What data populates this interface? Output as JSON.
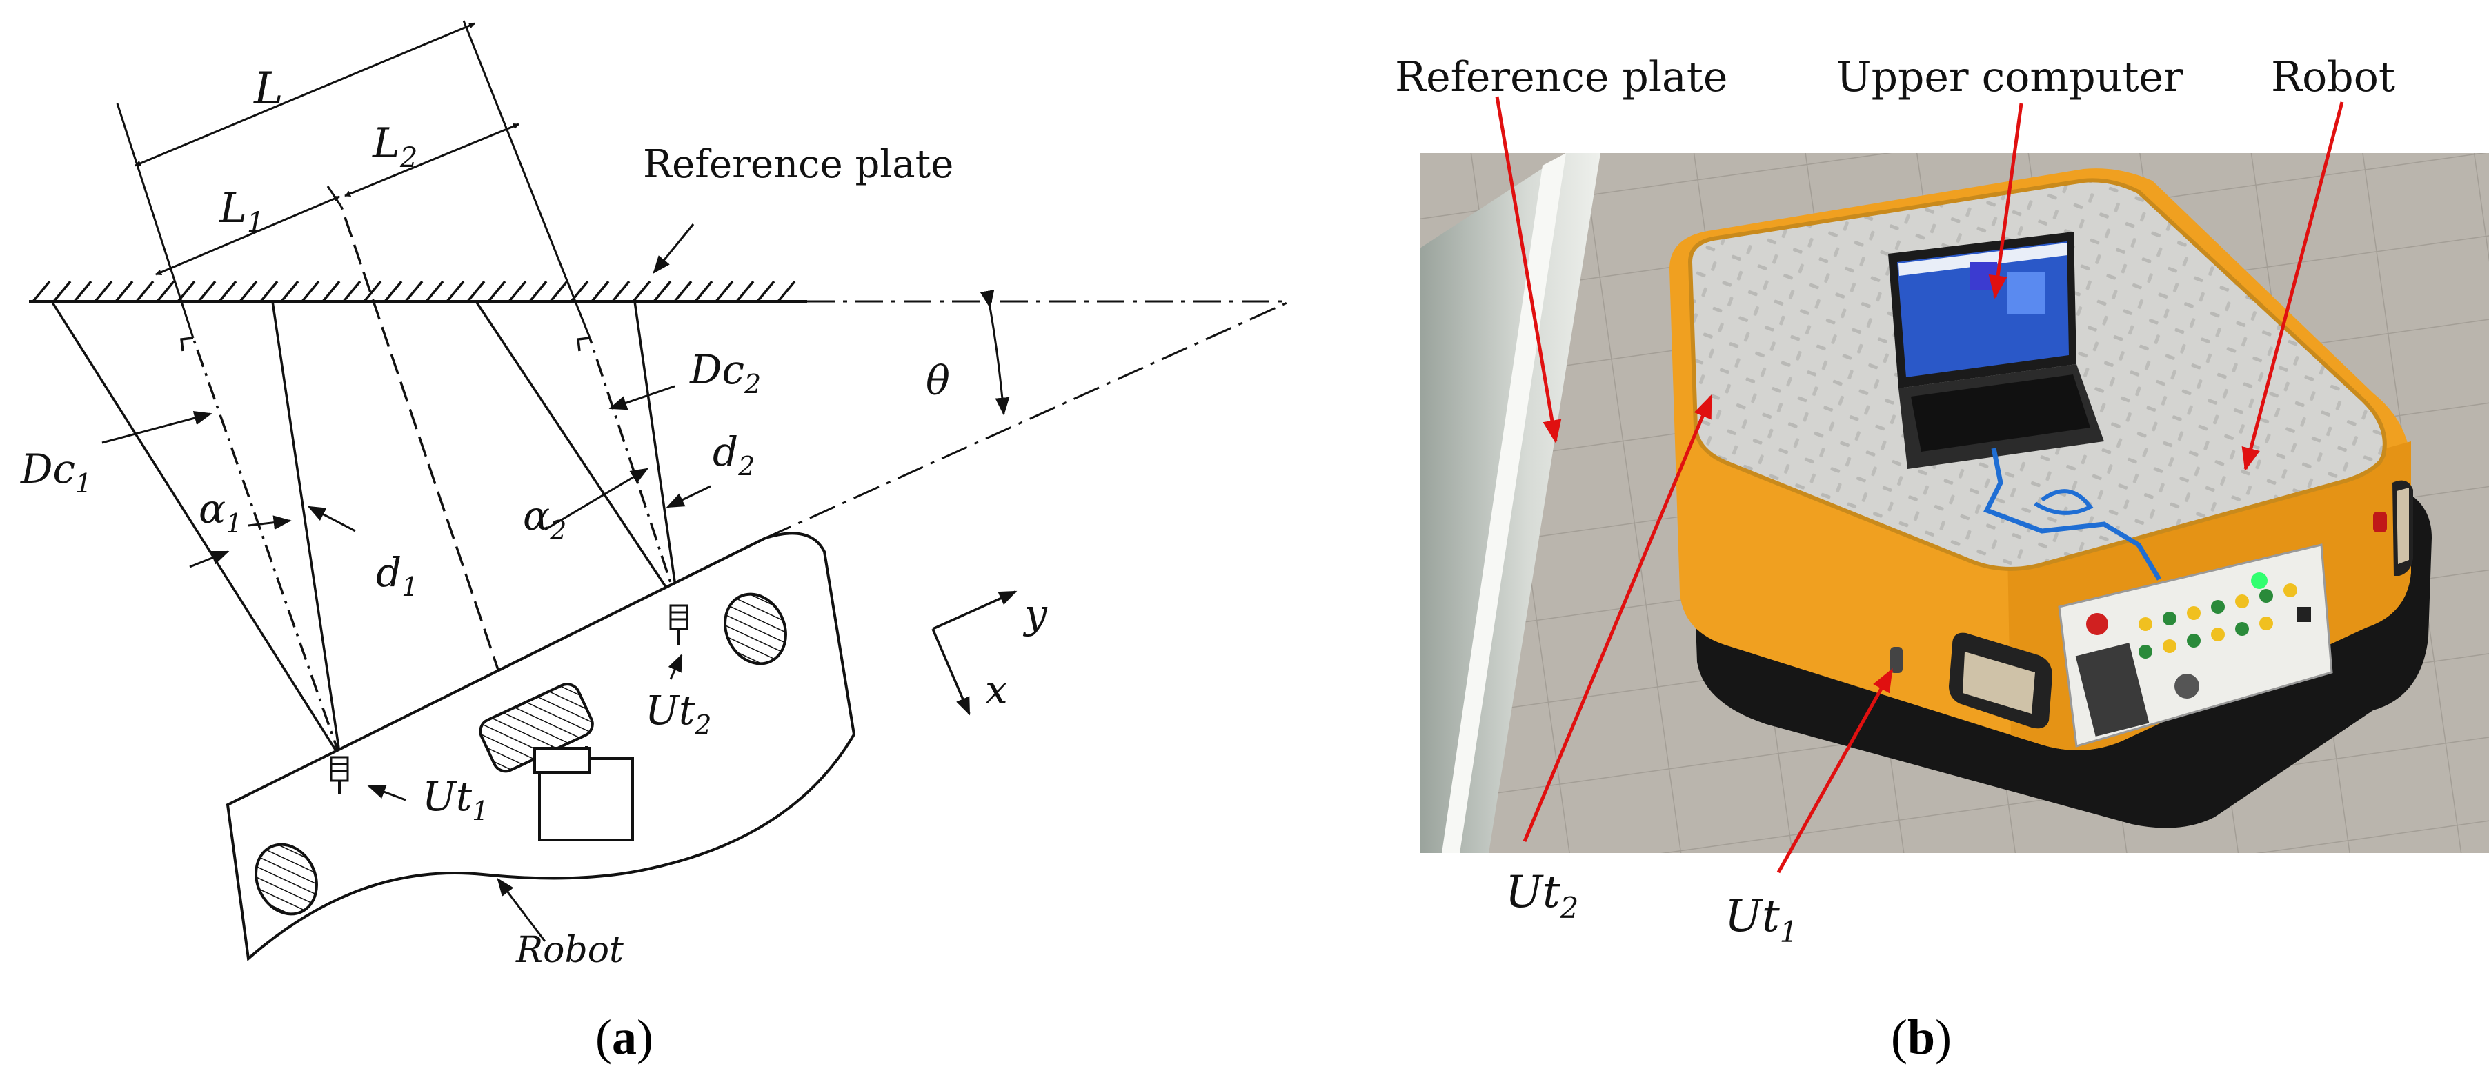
{
  "panel_a": {
    "caption_open": "(",
    "caption_letter": "a",
    "caption_close": ")",
    "labels": {
      "L": "L",
      "L1": "L",
      "L1_sub": "1",
      "L2": "L",
      "L2_sub": "2",
      "reference_plate": "Reference plate",
      "theta": "θ",
      "Dc1": "Dc",
      "Dc1_sub": "1",
      "Dc2": "Dc",
      "Dc2_sub": "2",
      "alpha1": "α",
      "alpha1_sub": "1",
      "alpha2": "α",
      "alpha2_sub": "2",
      "d1": "d",
      "d1_sub": "1",
      "d2": "d",
      "d2_sub": "2",
      "y": "y",
      "x": "x",
      "Ut1": "Ut",
      "Ut1_sub": "1",
      "Ut2": "Ut",
      "Ut2_sub": "2",
      "robot": "Robot"
    }
  },
  "panel_b": {
    "caption_open": "(",
    "caption_letter": "b",
    "caption_close": ")",
    "labels": {
      "reference_plate": "Reference plate",
      "upper_computer": "Upper computer",
      "robot": "Robot",
      "Ut2": "Ut",
      "Ut2_sub": "2",
      "Ut1": "Ut",
      "Ut1_sub": "1"
    },
    "colors": {
      "annotation_arrow": "#e01010",
      "robot_body": "#f0a020",
      "floor": "#b9b4ac",
      "deck": "#d6d6d3"
    }
  }
}
